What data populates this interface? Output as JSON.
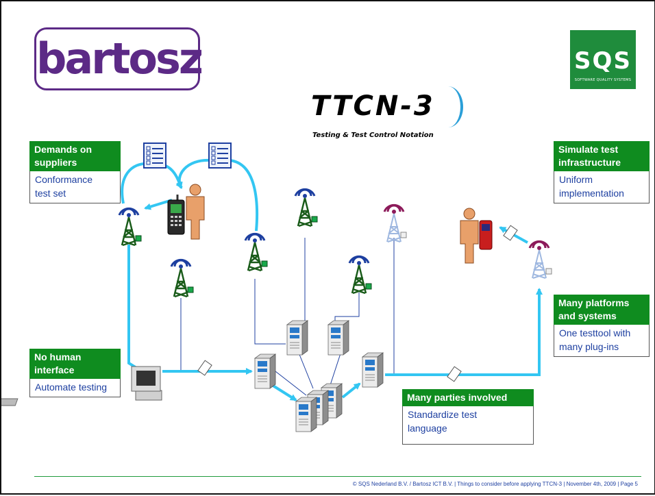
{
  "logos": {
    "bartosz": "bartosz",
    "sqs_word": "SQS",
    "sqs_tagline": "SOFTWARE QUALITY SYSTEMS",
    "ttcn_mark": "TTCN-3",
    "ttcn_subtitle": "Testing & Test Control Notation"
  },
  "boxes": {
    "demands": {
      "title": "Demands on\nsuppliers",
      "text": "Conformance\ntest set"
    },
    "simulate": {
      "title": "Simulate test\ninfrastructure",
      "text": "Uniform\nimplementation"
    },
    "no_human": {
      "title": "No human\ninterface",
      "text": "Automate testing"
    },
    "platforms": {
      "title": "Many platforms\nand systems",
      "text": "One testtool with\nmany plug-ins"
    },
    "parties": {
      "title": "Many parties involved",
      "text": "Standardize test\nlanguage"
    }
  },
  "icons": [
    "checklist-icon",
    "antenna-tower-icon",
    "mobile-phone-icon",
    "person-icon",
    "server-icon",
    "desktop-computer-icon",
    "message-card-icon"
  ],
  "colors": {
    "box_header": "#0f8c1f",
    "box_text": "#1d3fa0",
    "link_line": "#33c6f2",
    "network_line": "#1d3fa0",
    "bartosz": "#5c2a86",
    "sqs": "#1f8c3c"
  },
  "footer": "© SQS Nederland B.V. / Bartosz ICT B.V.  |  Things to consider before applying TTCN-3  |  November 4th, 2009  |  Page 5"
}
